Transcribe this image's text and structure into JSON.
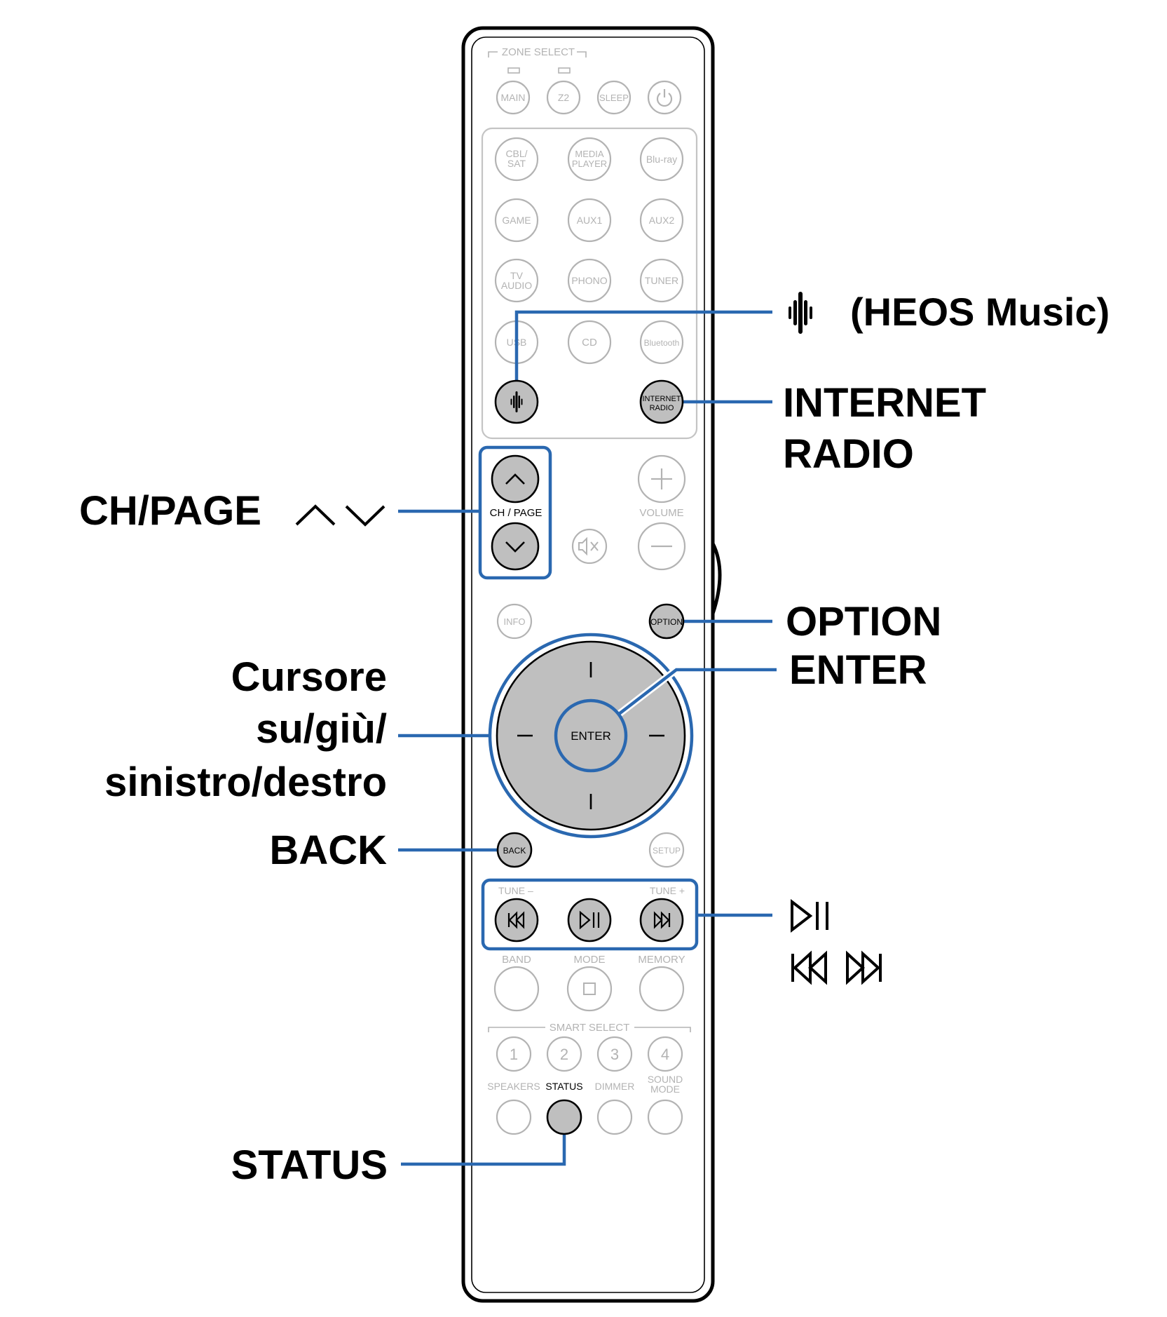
{
  "remote": {
    "zone_select": "ZONE SELECT",
    "zone_buttons": [
      "MAIN",
      "Z2",
      "SLEEP"
    ],
    "sources_row1": [
      [
        "CBL/",
        "SAT"
      ],
      [
        "MEDIA",
        "PLAYER"
      ],
      [
        "Blu-ray"
      ]
    ],
    "sources_row2": [
      "GAME",
      "AUX1",
      "AUX2"
    ],
    "sources_row3": [
      [
        "TV",
        "AUDIO"
      ],
      [
        "PHONO"
      ],
      [
        "TUNER"
      ]
    ],
    "sources_row4": [
      "USB",
      "CD",
      "Bluetooth"
    ],
    "internet_radio": [
      "INTERNET",
      "RADIO"
    ],
    "ch_page": "CH / PAGE",
    "volume": "VOLUME",
    "info": "INFO",
    "option": "OPTION",
    "enter": "ENTER",
    "back": "BACK",
    "setup": "SETUP",
    "tune_minus": "TUNE –",
    "tune_plus": "TUNE +",
    "row_labels": [
      "BAND",
      "MODE",
      "MEMORY"
    ],
    "smart_select": "SMART SELECT",
    "smart_numbers": [
      "1",
      "2",
      "3",
      "4"
    ],
    "bottom_labels": [
      "SPEAKERS",
      "STATUS",
      "DIMMER"
    ],
    "sound_mode": [
      "SOUND",
      "MODE"
    ]
  },
  "callouts": {
    "heos": "(HEOS Music)",
    "internet_radio": [
      "INTERNET",
      "RADIO"
    ],
    "ch_page": "CH/PAGE",
    "option": "OPTION",
    "enter": "ENTER",
    "cursor": [
      "Cursore",
      "su/giù/",
      "sinistro/destro"
    ],
    "back": "BACK",
    "status": "STATUS"
  },
  "colors": {
    "accent": "#2a68b0",
    "button_fill": "#bfbfbf",
    "faded": "#b3b3b3"
  }
}
